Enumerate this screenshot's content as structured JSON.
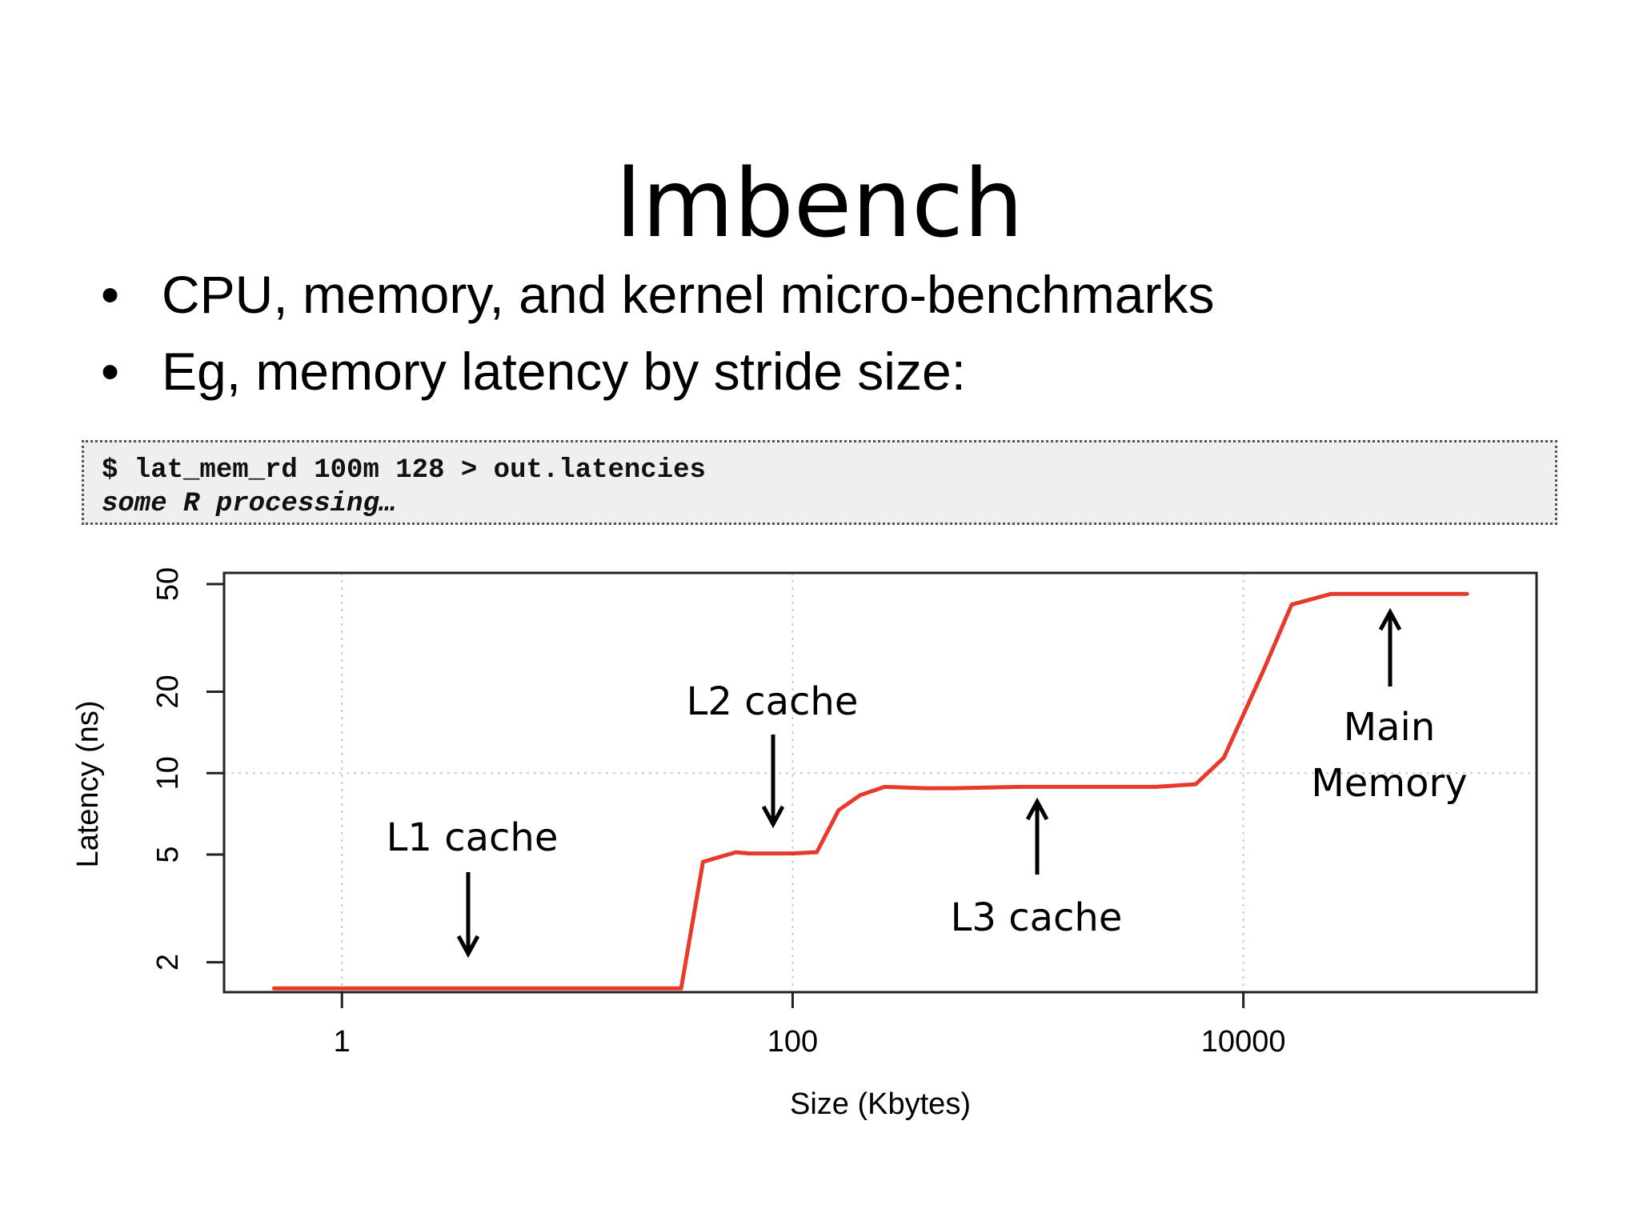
{
  "slide": {
    "title": "lmbench",
    "bullets": [
      "CPU, memory, and kernel micro-benchmarks",
      "Eg, memory latency by stride size:"
    ],
    "bullet_glyph": "•",
    "code": {
      "line1": "$ lat_mem_rd 100m 128 > out.latencies",
      "line2": "some R processing…"
    }
  },
  "chart_data": {
    "type": "line",
    "xlabel": "Size (Kbytes)",
    "ylabel": "Latency (ns)",
    "x_scale": "log",
    "y_scale": "log",
    "xlim": [
      0.3,
      200000
    ],
    "ylim": [
      1.55,
      55
    ],
    "x_ticks": [
      1,
      100,
      10000
    ],
    "x_tick_labels": [
      "1",
      "100",
      "10000"
    ],
    "y_ticks": [
      2,
      5,
      10,
      20,
      50
    ],
    "y_tick_labels": [
      "2",
      "5",
      "10",
      "20",
      "50"
    ],
    "grid": "dotted at major ticks",
    "series": [
      {
        "color": "#e8392a",
        "x": [
          0.5,
          1,
          2,
          5,
          10,
          20,
          32,
          40,
          56,
          64,
          100,
          128,
          160,
          200,
          256,
          384,
          512,
          1024,
          2048,
          4096,
          6144,
          8192,
          12288,
          16384,
          24576,
          32768,
          65536,
          98304
        ],
        "y": [
          1.6,
          1.6,
          1.6,
          1.6,
          1.6,
          1.6,
          1.6,
          4.7,
          5.1,
          5.05,
          5.05,
          5.1,
          7.3,
          8.3,
          8.9,
          8.8,
          8.8,
          8.9,
          8.9,
          8.9,
          9.1,
          11.4,
          24,
          42,
          46,
          46,
          46,
          46
        ]
      }
    ],
    "annotations": [
      {
        "text": "L1 cache",
        "arrow": "down"
      },
      {
        "text": "L2 cache",
        "arrow": "down"
      },
      {
        "text": "L3 cache",
        "arrow": "up"
      },
      {
        "text": "Main",
        "arrow": "up"
      },
      {
        "text": "Memory",
        "arrow": "none"
      }
    ]
  }
}
